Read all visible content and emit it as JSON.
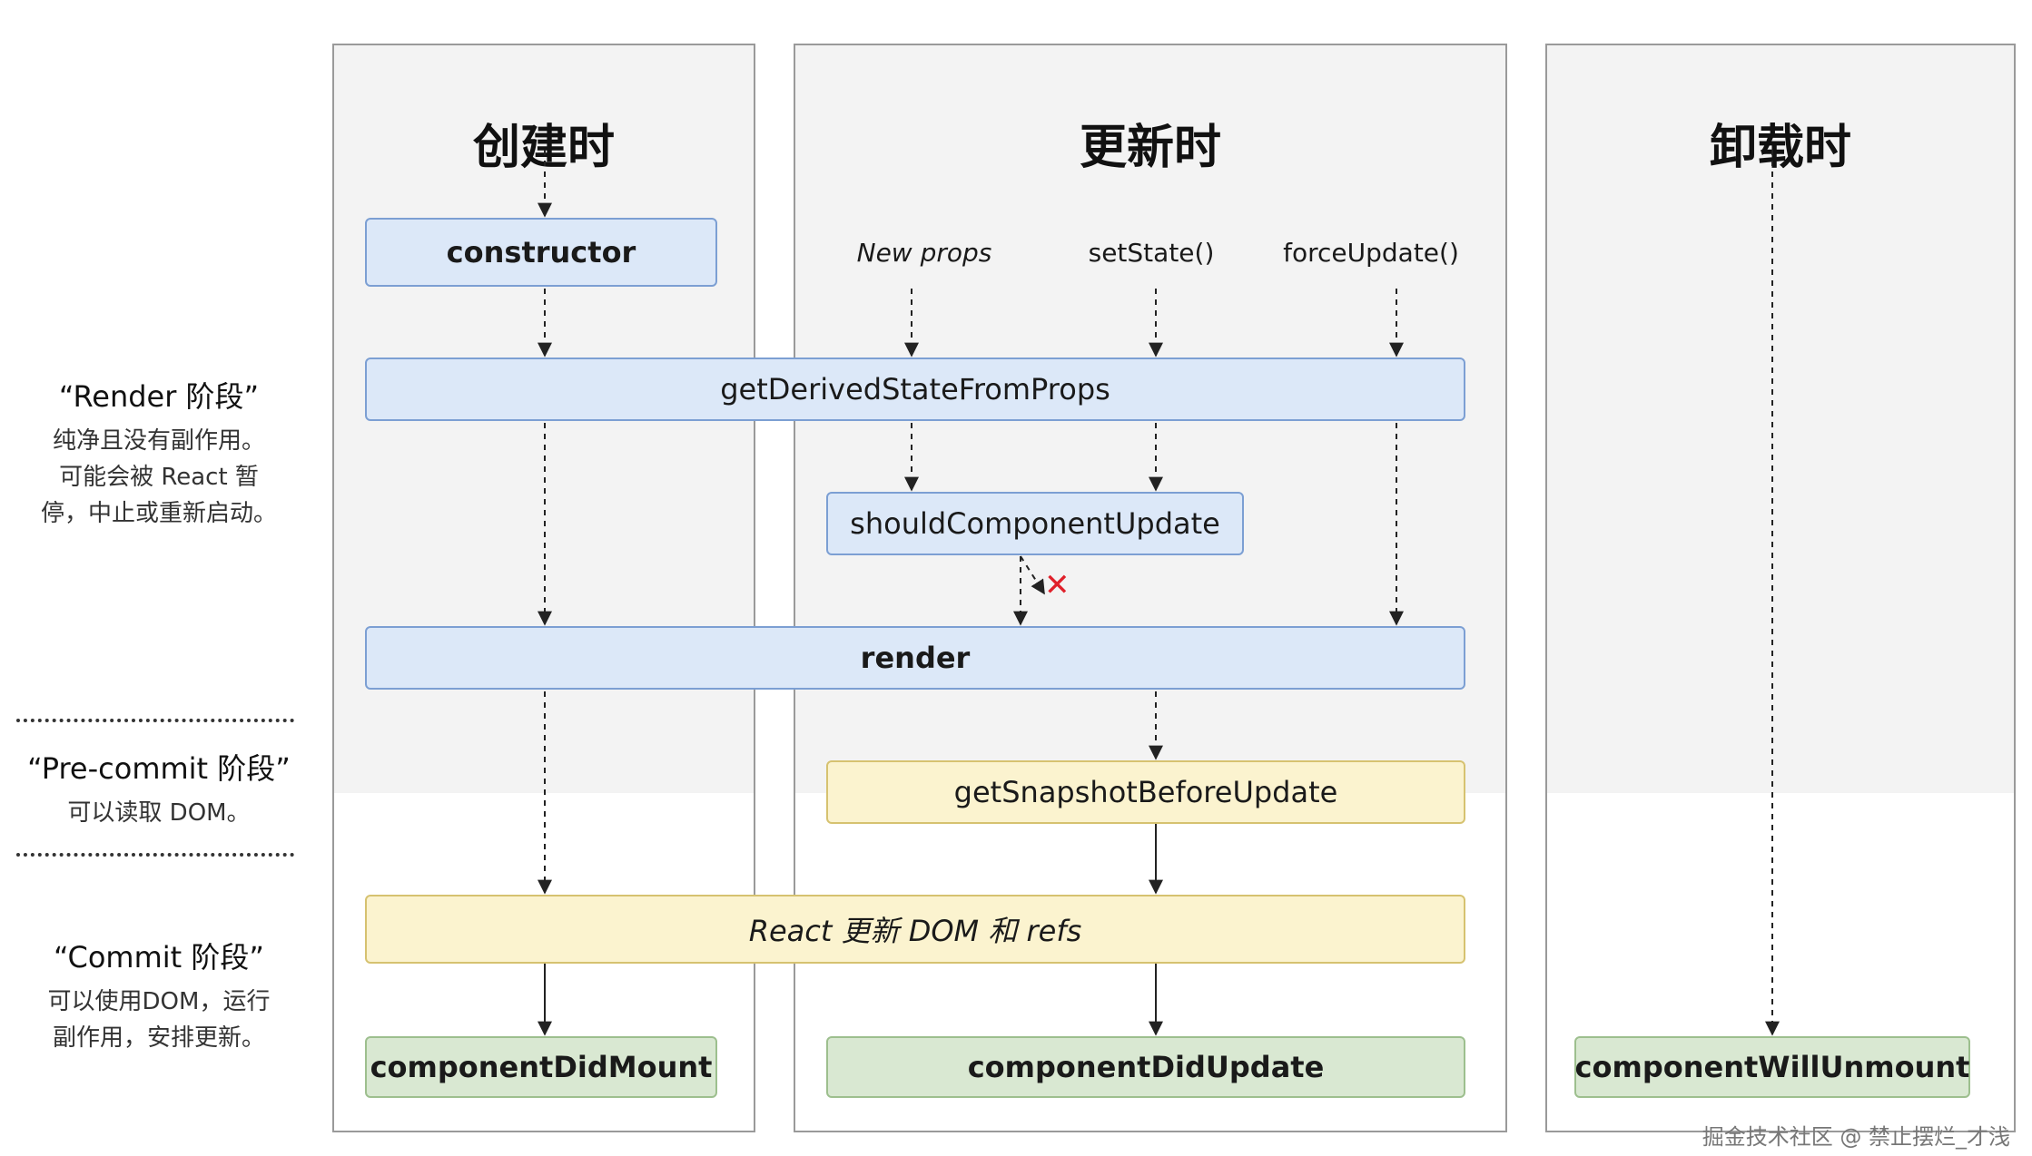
{
  "columns": {
    "create_title": "创建时",
    "update_title": "更新时",
    "unmount_title": "卸载时"
  },
  "phases": {
    "render": {
      "title": "“Render 阶段”",
      "desc_lines": [
        "纯净且没有副作用。",
        "可能会被 React 暂",
        "停，中止或重新启动。"
      ]
    },
    "precommit": {
      "title": "“Pre-commit 阶段”",
      "desc_lines": [
        "可以读取 DOM。"
      ]
    },
    "commit": {
      "title": "“Commit 阶段”",
      "desc_lines": [
        "可以使用DOM，运行",
        "副作用，安排更新。"
      ]
    }
  },
  "triggers": {
    "new_props": "New props",
    "set_state": "setState()",
    "force_update": "forceUpdate()"
  },
  "nodes": {
    "constructor": "constructor",
    "get_derived_state": "getDerivedStateFromProps",
    "should_component_update": "shouldComponentUpdate",
    "render": "render",
    "get_snapshot": "getSnapshotBeforeUpdate",
    "react_updates_dom": "React 更新 DOM 和 refs",
    "component_did_mount": "componentDidMount",
    "component_did_update": "componentDidUpdate",
    "component_will_unmount": "componentWillUnmount"
  },
  "blocked_marker": "✕",
  "watermark": "掘金技术社区 @ 禁止摆烂_才浅",
  "colors": {
    "render_phase_fill": "#dce8f8",
    "precommit_fill": "#fbf3cf",
    "commit_fill": "#d9e8d2",
    "phase_shade": "#f3f3f3",
    "blocked_red": "#e0202a"
  }
}
